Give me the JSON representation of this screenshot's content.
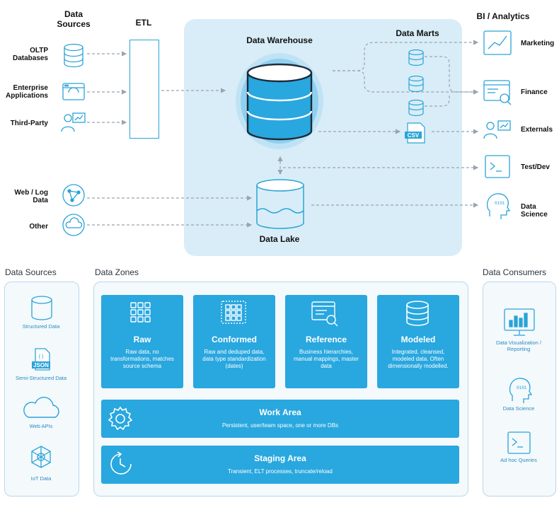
{
  "top": {
    "sources_header": "Data\nSources",
    "etl_header": "ETL",
    "warehouse_header": "Data Warehouse",
    "marts_header": "Data Marts",
    "bi_header": "BI / Analytics",
    "lake_label": "Data Lake",
    "sources": [
      {
        "label": "OLTP\nDatabases",
        "icon": "database-icon"
      },
      {
        "label": "Enterprise\nApplications",
        "icon": "browser-window-icon"
      },
      {
        "label": "Third-Party",
        "icon": "person-chart-icon"
      },
      {
        "label": "Web / Log\nData",
        "icon": "network-globe-icon"
      },
      {
        "label": "Other",
        "icon": "cloud-sync-icon"
      }
    ],
    "consumers": [
      {
        "label": "Marketing",
        "icon": "line-chart-icon"
      },
      {
        "label": "Finance",
        "icon": "report-search-icon"
      },
      {
        "label": "Externals",
        "icon": "person-chart-icon"
      },
      {
        "label": "Test/Dev",
        "icon": "terminal-icon"
      },
      {
        "label": "Data\nScience",
        "icon": "head-binary-icon"
      }
    ],
    "csv_label": "CSV"
  },
  "bottom": {
    "sources_title": "Data Sources",
    "zones_title": "Data Zones",
    "consumers_title": "Data Consumers",
    "sources": [
      {
        "label": "Structured Data",
        "icon": "database-icon"
      },
      {
        "label": "Semi-Structured Data",
        "icon": "json-file-icon"
      },
      {
        "label": "Web APIs",
        "icon": "cloud-icon"
      },
      {
        "label": "IoT Data",
        "icon": "network-node-icon"
      }
    ],
    "json_label": "JSON",
    "zones": [
      {
        "title": "Raw",
        "desc": "Raw data, no transformations, matches source schema",
        "icon": "grid-icon"
      },
      {
        "title": "Conformed",
        "desc": "Raw and deduped data, data type standardization (dates)",
        "icon": "dotted-grid-icon"
      },
      {
        "title": "Reference",
        "desc": "Business hierarchies, manual mappings, master data",
        "icon": "table-search-icon"
      },
      {
        "title": "Modeled",
        "desc": "Integrated, cleansed, modeled data. Often dimensionally modelled.",
        "icon": "database-icon"
      }
    ],
    "work_area": {
      "title": "Work Area",
      "desc": "Persistent, user/team space, one or more DBs",
      "icon": "gear-icon"
    },
    "staging_area": {
      "title": "Staging Area",
      "desc": "Transient, ELT processes, truncate/reload",
      "icon": "clock-icon"
    },
    "consumers": [
      {
        "label": "Data Visualization / Reporting",
        "icon": "monitor-chart-icon"
      },
      {
        "label": "Data Science",
        "icon": "head-binary-icon"
      },
      {
        "label": "Ad hoc Queries",
        "icon": "terminal-icon"
      }
    ]
  },
  "colors": {
    "accent": "#29a7df",
    "panel": "#d8edf8",
    "line": "#2aa3d8",
    "arrow": "#9aa4ad"
  }
}
